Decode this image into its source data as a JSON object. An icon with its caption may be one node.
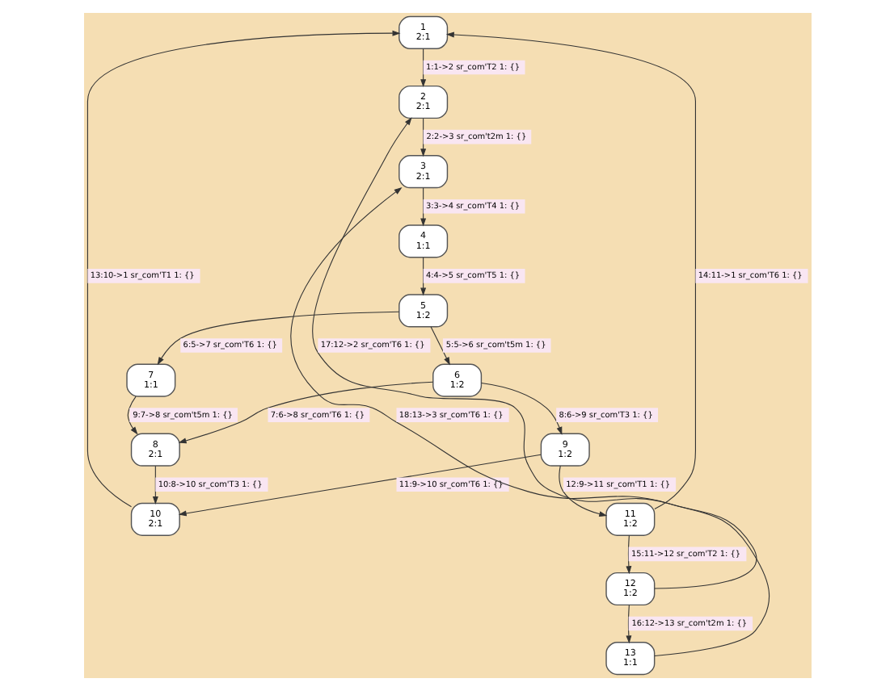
{
  "diagram": {
    "nodes": [
      {
        "text": [
          "1",
          "2:1"
        ]
      },
      {
        "text": [
          "2",
          "2:1"
        ]
      },
      {
        "text": [
          "3",
          "2:1"
        ]
      },
      {
        "text": [
          "4",
          "1:1"
        ]
      },
      {
        "text": [
          "5",
          "1:2"
        ]
      },
      {
        "text": [
          "6",
          "1:2"
        ]
      },
      {
        "text": [
          "7",
          "1:1"
        ]
      },
      {
        "text": [
          "8",
          "2:1"
        ]
      },
      {
        "text": [
          "9",
          "1:2"
        ]
      },
      {
        "text": [
          "10",
          "2:1"
        ]
      },
      {
        "text": [
          "11",
          "1:2"
        ]
      },
      {
        "text": [
          "12",
          "1:2"
        ]
      },
      {
        "text": [
          "13",
          "1:1"
        ]
      }
    ],
    "edges": [
      {
        "from": 0,
        "to": 1,
        "arrow": "to",
        "label": "1:1->2 sr_com'T2 1: {}"
      },
      {
        "from": 1,
        "to": 2,
        "arrow": "to",
        "label": "2:2->3 sr_com't2m 1: {}"
      },
      {
        "from": 2,
        "to": 3,
        "arrow": "to",
        "label": "3:3->4 sr_com'T4 1: {}"
      },
      {
        "from": 3,
        "to": 4,
        "arrow": "to",
        "label": "4:4->5 sr_com'T5 1: {}"
      },
      {
        "from": 4,
        "to": 5,
        "arrow": "to",
        "label": "5:5->6 sr_com't5m 1: {}"
      },
      {
        "from": 4,
        "to": 6,
        "arrow": "to",
        "label": "6:5->7 sr_com'T6 1: {}"
      },
      {
        "from": 5,
        "to": 7,
        "arrow": "to",
        "label": "7:6->8 sr_com'T6 1: {}"
      },
      {
        "from": 5,
        "to": 8,
        "arrow": "to",
        "label": "8:6->9 sr_com'T3 1: {}"
      },
      {
        "from": 6,
        "to": 7,
        "arrow": "to",
        "label": "9:7->8 sr_com't5m 1: {}"
      },
      {
        "from": 7,
        "to": 9,
        "arrow": "to",
        "label": "10:8->10 sr_com'T3 1: {}"
      },
      {
        "from": 8,
        "to": 9,
        "arrow": "to",
        "label": "11:9->10 sr_com'T6 1: {}"
      },
      {
        "from": 8,
        "to": 10,
        "arrow": "to",
        "label": "12:9->11 sr_com'T1 1: {}"
      },
      {
        "from": 9,
        "to": 0,
        "arrow": "to",
        "label": "13:10->1 sr_com'T1 1: {}"
      },
      {
        "from": 10,
        "to": 0,
        "arrow": "to",
        "label": "14:11->1 sr_com'T6 1: {}"
      },
      {
        "from": 10,
        "to": 11,
        "arrow": "to",
        "label": "15:11->12 sr_com'T2 1: {}"
      },
      {
        "from": 11,
        "to": 12,
        "arrow": "to",
        "label": "16:12->13 sr_com't2m 1: {}"
      },
      {
        "from": 11,
        "to": 1,
        "arrow": "to",
        "label": "17:12->2 sr_com'T6 1: {}"
      },
      {
        "from": 12,
        "to": 2,
        "arrow": "to",
        "label": "18:13->3 sr_com'T6 1: {}"
      }
    ]
  }
}
